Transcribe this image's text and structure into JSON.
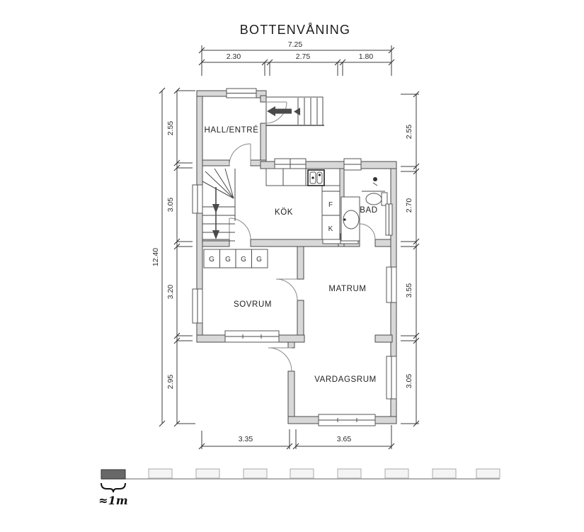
{
  "title": "BOTTENVÅNING",
  "rooms": {
    "hall": "HALL/ENTRÉ",
    "kok": "KÖK",
    "bad": "BAD",
    "sovrum": "SOVRUM",
    "matrum": "MATRUM",
    "vardagsrum": "VARDAGSRUM"
  },
  "fixtures": {
    "fridge": "F",
    "freezer": "K",
    "wardrobes": [
      "G",
      "G",
      "G",
      "G"
    ]
  },
  "dimensions": {
    "top": {
      "total": "7.25",
      "segments": [
        "2.30",
        "2.75",
        "1.80"
      ]
    },
    "left": {
      "total": "12.40",
      "segments": [
        "2.55",
        "3.05",
        "3.20",
        "2.95"
      ]
    },
    "right": {
      "segments": [
        "2.55",
        "2.70",
        "3.55",
        "3.05"
      ]
    },
    "bottom": {
      "segments": [
        "3.35",
        "3.65"
      ]
    }
  },
  "scale": {
    "label": "≈1m"
  },
  "colors": {
    "background": "#ffffff",
    "wall_fill": "#d8d8d8",
    "wall_stroke": "#4a4a4a",
    "line": "#4a4a4a",
    "scale_dark": "#686868",
    "scale_light": "#f4f4f4"
  }
}
